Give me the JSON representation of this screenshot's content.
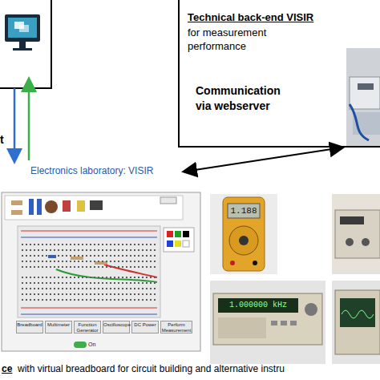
{
  "diagram": {
    "nodes": [
      {
        "text": [
          "Technical back-end VISIR",
          "for measurement performance"
        ]
      },
      {
        "text": [
          "Electronics laboratory: VISIR"
        ]
      }
    ],
    "edges": [
      {
        "from": 1,
        "to": 0,
        "arrow": "both",
        "label": "Communication via webserver"
      }
    ],
    "labels": [
      "t",
      "Breadboard",
      "Multimeter",
      "Function Generator",
      "Oscilloscope",
      "DC Power",
      "Perform Measurement",
      "On",
      "1.188",
      "1.000000 kHz",
      "ce",
      "with virtual breadboard for circuit building and alternative instru"
    ]
  }
}
